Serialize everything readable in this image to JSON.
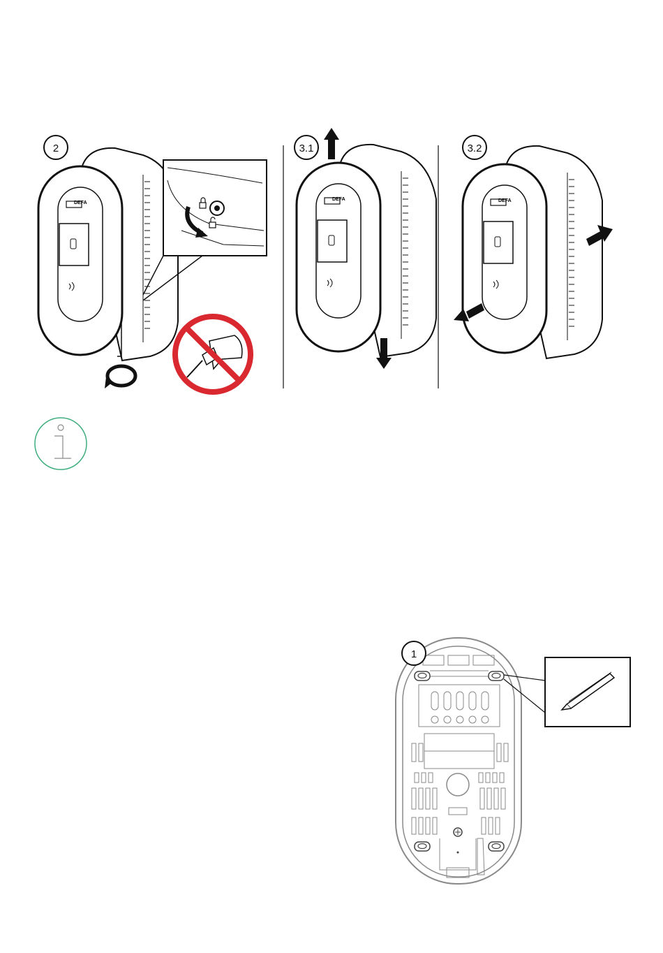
{
  "steps": {
    "step2": "2",
    "step3_1": "3.1",
    "step3_2": "3.2",
    "mount_step1": "1"
  },
  "logo_text": "DEFA",
  "colors": {
    "prohibition_red": "#d9282f",
    "info_green": "#3fae7e",
    "line": "#111111",
    "backplate_grey": "#8a8a8a"
  },
  "icons": [
    "info-icon",
    "no-drill-icon",
    "pencil-icon",
    "rotate-arrow-icon",
    "lock-icon",
    "unlock-icon"
  ]
}
